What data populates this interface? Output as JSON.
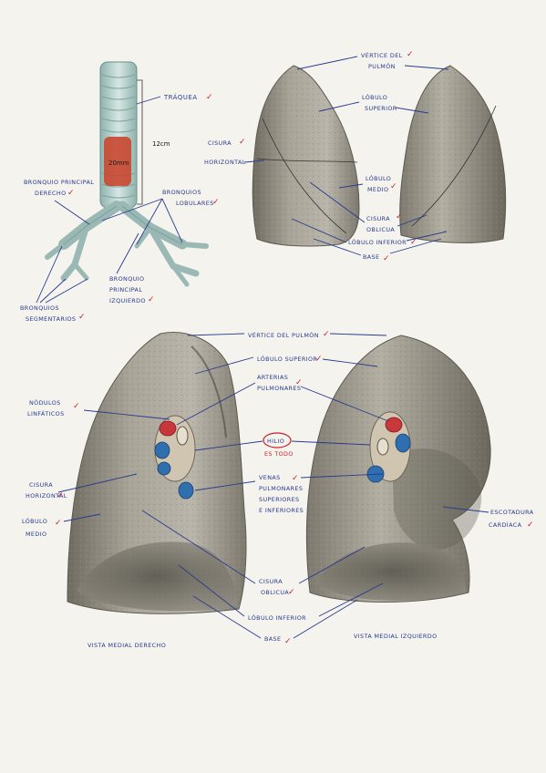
{
  "trachea_diagram": {
    "traquea": "TRÁQUEA",
    "length_label": "12cm",
    "diameter_label": "20mm",
    "bronquio_principal_derecho": [
      "BRONQUIO PRINCIPAL",
      "DERECHO"
    ],
    "bronquios_lobulares": [
      "BRONQUIOS",
      "LOBULARES"
    ],
    "bronquio_principal_izquierdo": [
      "BRONQUIO",
      "PRINCIPAL",
      "IZQUIERDO"
    ],
    "bronquios_segmentarios": [
      "BRONQUIOS",
      "SEGMENTARIOS"
    ]
  },
  "lateral_lungs": {
    "vertice": [
      "VÉRTICE DEL",
      "PULMÓN"
    ],
    "lobulo_superior": [
      "LÓBULO",
      "SUPERIOR"
    ],
    "cisura_horizontal": [
      "CISURA",
      "HORIZONTAL"
    ],
    "lobulo_medio": [
      "LÓBULO",
      "MEDIO"
    ],
    "cisura_obliqua": [
      "CISURA",
      "OBLICUA"
    ],
    "lobulo_inferior": "LÓBULO INFERIOR",
    "base": "BASE"
  },
  "medial_lungs": {
    "vertice": "VÉRTICE DEL PULMÓN",
    "lobulo_superior": "LÓBULO SUPERIOR",
    "arterias": [
      "ARTERIAS",
      "PULMONARES"
    ],
    "nodulos": [
      "NÓDULOS",
      "LINFÁTICOS"
    ],
    "hilio": "HILIO",
    "hilio_note": "ES TODO",
    "cisura_horizontal": [
      "CISURA",
      "HORIZONTAL"
    ],
    "venas": [
      "VENAS",
      "PULMONARES",
      "SUPERIORES",
      "E INFERIORES"
    ],
    "lobulo_medio": [
      "LÓBULO",
      "MEDIO"
    ],
    "escotadura": [
      "ESCOTADURA",
      "CARDÍACA"
    ],
    "cisura_obliqua": [
      "CISURA",
      "OBLICUA"
    ],
    "lobulo_inferior": "LÓBULO INFERIOR",
    "base": "BASE",
    "vista_derecho": "VISTA MEDIAL DERECHO",
    "vista_izquierdo": "VISTA MEDIAL IZQUIERDO"
  },
  "colors": {
    "ink_blue": "#2a3a8c",
    "check_red": "#c8202a",
    "lung_gray": "#9a968a",
    "artery_red": "#c8383a",
    "vein_blue": "#2f6fb0",
    "trachea_teal": "#bcd2cf"
  }
}
